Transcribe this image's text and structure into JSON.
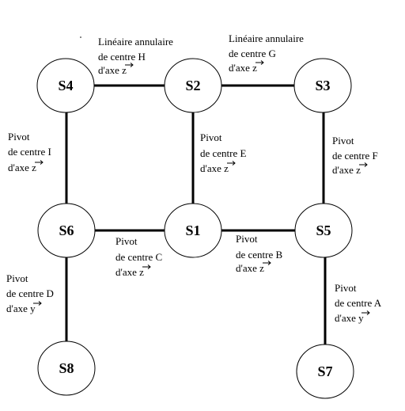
{
  "solids": [
    {
      "id": "S1",
      "label": "S1"
    },
    {
      "id": "S2",
      "label": "S2"
    },
    {
      "id": "S3",
      "label": "S3"
    },
    {
      "id": "S4",
      "label": "S4"
    },
    {
      "id": "S5",
      "label": "S5"
    },
    {
      "id": "S6",
      "label": "S6"
    },
    {
      "id": "S7",
      "label": "S7"
    },
    {
      "id": "S8",
      "label": "S8"
    }
  ],
  "links": [
    {
      "id": "s4-s2",
      "from": "S4",
      "to": "S2",
      "type": "Linéaire annulaire",
      "centre": "de centre H",
      "axe_prefix": "d'axe",
      "axe_var": "z"
    },
    {
      "id": "s2-s3",
      "from": "S2",
      "to": "S3",
      "type": "Linéaire annulaire",
      "centre": "de centre G",
      "axe_prefix": "d'axe",
      "axe_var": "z"
    },
    {
      "id": "s4-s6",
      "from": "S4",
      "to": "S6",
      "type": "Pivot",
      "centre": "de centre I",
      "axe_prefix": "d'axe",
      "axe_var": "z"
    },
    {
      "id": "s2-s1",
      "from": "S2",
      "to": "S1",
      "type": "Pivot",
      "centre": "de centre E",
      "axe_prefix": "d'axe",
      "axe_var": "z"
    },
    {
      "id": "s3-s5",
      "from": "S3",
      "to": "S5",
      "type": "Pivot",
      "centre": "de centre F",
      "axe_prefix": "d'axe",
      "axe_var": "z"
    },
    {
      "id": "s6-s1",
      "from": "S6",
      "to": "S1",
      "type": "Pivot",
      "centre": "de centre C",
      "axe_prefix": "d'axe",
      "axe_var": "z"
    },
    {
      "id": "s1-s5",
      "from": "S1",
      "to": "S5",
      "type": "Pivot",
      "centre": "de centre B",
      "axe_prefix": "d'axe",
      "axe_var": "z"
    },
    {
      "id": "s6-s8",
      "from": "S6",
      "to": "S8",
      "type": "Pivot",
      "centre": "de centre D",
      "axe_prefix": "d'axe",
      "axe_var": "y"
    },
    {
      "id": "s5-s7",
      "from": "S5",
      "to": "S7",
      "type": "Pivot",
      "centre": "de centre A",
      "axe_prefix": "d'axe",
      "axe_var": "y"
    }
  ]
}
